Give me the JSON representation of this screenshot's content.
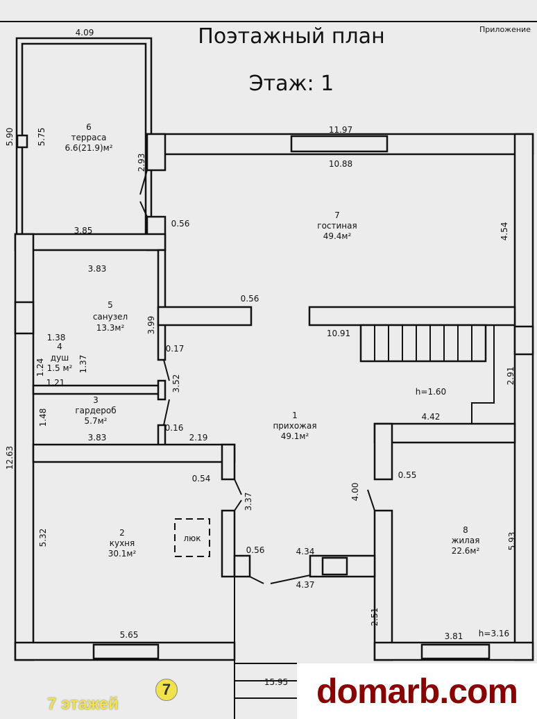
{
  "header": {
    "title": "Поэтажный план",
    "floor": "Этаж: 1",
    "appendix": "Приложение"
  },
  "rooms": [
    {
      "num": "1",
      "name": "прихожая",
      "area": "49.1м²"
    },
    {
      "num": "2",
      "name": "кухня",
      "area": "30.1м²"
    },
    {
      "num": "3",
      "name": "гардероб",
      "area": "5.7м²"
    },
    {
      "num": "4",
      "name": "душ",
      "area": "1.5 м²"
    },
    {
      "num": "5",
      "name": "санузел",
      "area": "13.3м²"
    },
    {
      "num": "6",
      "name": "терраса",
      "area": "6.6(21.9)м²"
    },
    {
      "num": "7",
      "name": "гостиная",
      "area": "49.4м²"
    },
    {
      "num": "8",
      "name": "жилая",
      "area": "22.6м²"
    }
  ],
  "hatch": "люк",
  "dims": {
    "terrace_top": "4.09",
    "terrace_outer_h": "5.90",
    "terrace_inner_h": "5.75",
    "terrace_bottom": "3.85",
    "door_293": "2.93",
    "d056a": "0.56",
    "top_outer": "11.97",
    "top_inner": "10.88",
    "living_h": "4.54",
    "d056b": "0.56",
    "living_bottom": "10.91",
    "sanuzel_w": "3.83",
    "sanuzel_h": "3.99",
    "d017": "0.17",
    "d352": "3.52",
    "d138": "1.38",
    "d124": "1.24",
    "d137": "1.37",
    "d121": "1.21",
    "d148": "1.48",
    "wardrobe_w": "3.83",
    "d016": "0.16",
    "d219": "2.19",
    "h160": "h=1.60",
    "d291": "2.91",
    "d442": "4.42",
    "d054": "0.54",
    "d337": "3.37",
    "d400": "4.00",
    "d055": "0.55",
    "left_total": "12.63",
    "kitchen_h": "5.32",
    "d056c": "0.56",
    "d434": "4.34",
    "d437": "4.37",
    "bed_h": "5.93",
    "d251": "2.51",
    "kitchen_w": "5.65",
    "bed_w": "3.81",
    "h316": "h=3.16",
    "total": "15.95"
  },
  "watermark": "domarb.com",
  "badge": {
    "text": "7 этажей",
    "icon": "7"
  }
}
